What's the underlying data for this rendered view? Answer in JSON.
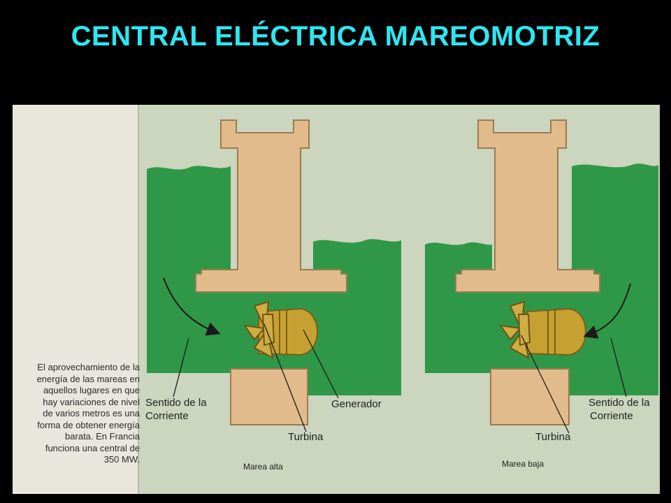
{
  "title": "CENTRAL ELÉCTRICA MAREOMOTRIZ",
  "caption_lines": [
    "El aprovechamiento de la",
    "energía de las mareas en",
    "aquellos lugares en que",
    "hay variaciones de nivel",
    "de varios metros es una",
    "forma de obtener energía",
    "barata. En Francia",
    "funciona una central de",
    "350 MW."
  ],
  "left_panel": {
    "current_label_1": "Sentido de la",
    "current_label_2": "Corriente",
    "generator_label": "Generador",
    "turbine_label": "Turbina",
    "panel_label": "Marea alta"
  },
  "right_panel": {
    "current_label_1": "Sentido de la",
    "current_label_2": "Corriente",
    "turbine_label": "Turbina",
    "panel_label": "Marea baja"
  },
  "colors": {
    "title": "#2ee6f0",
    "water": "#2f9848",
    "panel_bg": "#ccd5bd",
    "structure": "#e1bb8b",
    "turbine": "#c6a132",
    "page_left": "#e9e6dd"
  }
}
